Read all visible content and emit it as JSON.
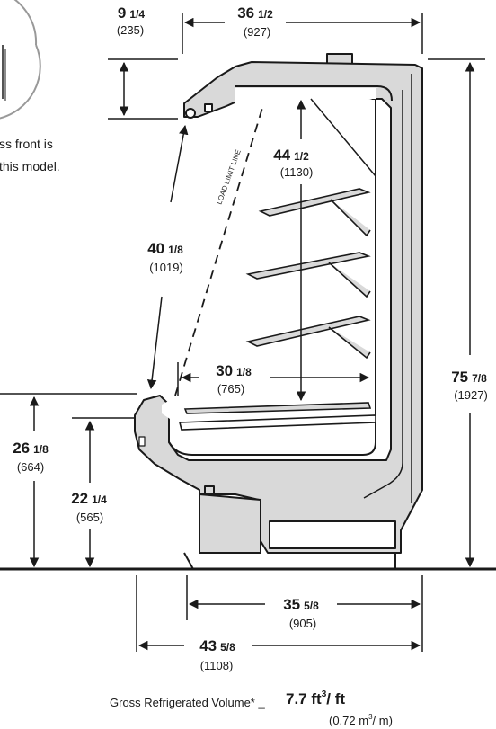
{
  "callout": {
    "line1": "ss front is",
    "line2": "this model."
  },
  "load_limit_label": "LOAD LIMIT LINE",
  "dimensions": {
    "d1": {
      "whole": "9",
      "frac": "1/4",
      "mm": "(235)"
    },
    "d2": {
      "whole": "36",
      "frac": "1/2",
      "mm": "(927)"
    },
    "d3": {
      "whole": "44",
      "frac": "1/2",
      "mm": "(1130)"
    },
    "d4": {
      "whole": "40",
      "frac": "1/8",
      "mm": "(1019)"
    },
    "d5": {
      "whole": "30",
      "frac": "1/8",
      "mm": "(765)"
    },
    "d6": {
      "whole": "75",
      "frac": "7/8",
      "mm": "(1927)"
    },
    "d7": {
      "whole": "26",
      "frac": "1/8",
      "mm": "(664)"
    },
    "d8": {
      "whole": "22",
      "frac": "1/4",
      "mm": "(565)"
    },
    "d9": {
      "whole": "35",
      "frac": "5/8",
      "mm": "(905)"
    },
    "d10": {
      "whole": "43",
      "frac": "5/8",
      "mm": "(1108)"
    }
  },
  "footer": {
    "label": "Gross Refrigerated Volume* _",
    "value": "7.7 ft",
    "exp1": "3",
    "unit": "/ ft",
    "metric_open": "(0.72 m",
    "exp2": "3",
    "metric_close": "/ m)"
  },
  "colors": {
    "case_fill": "#d9d9d9",
    "line": "#1a1a1a",
    "inner": "#ffffff"
  }
}
